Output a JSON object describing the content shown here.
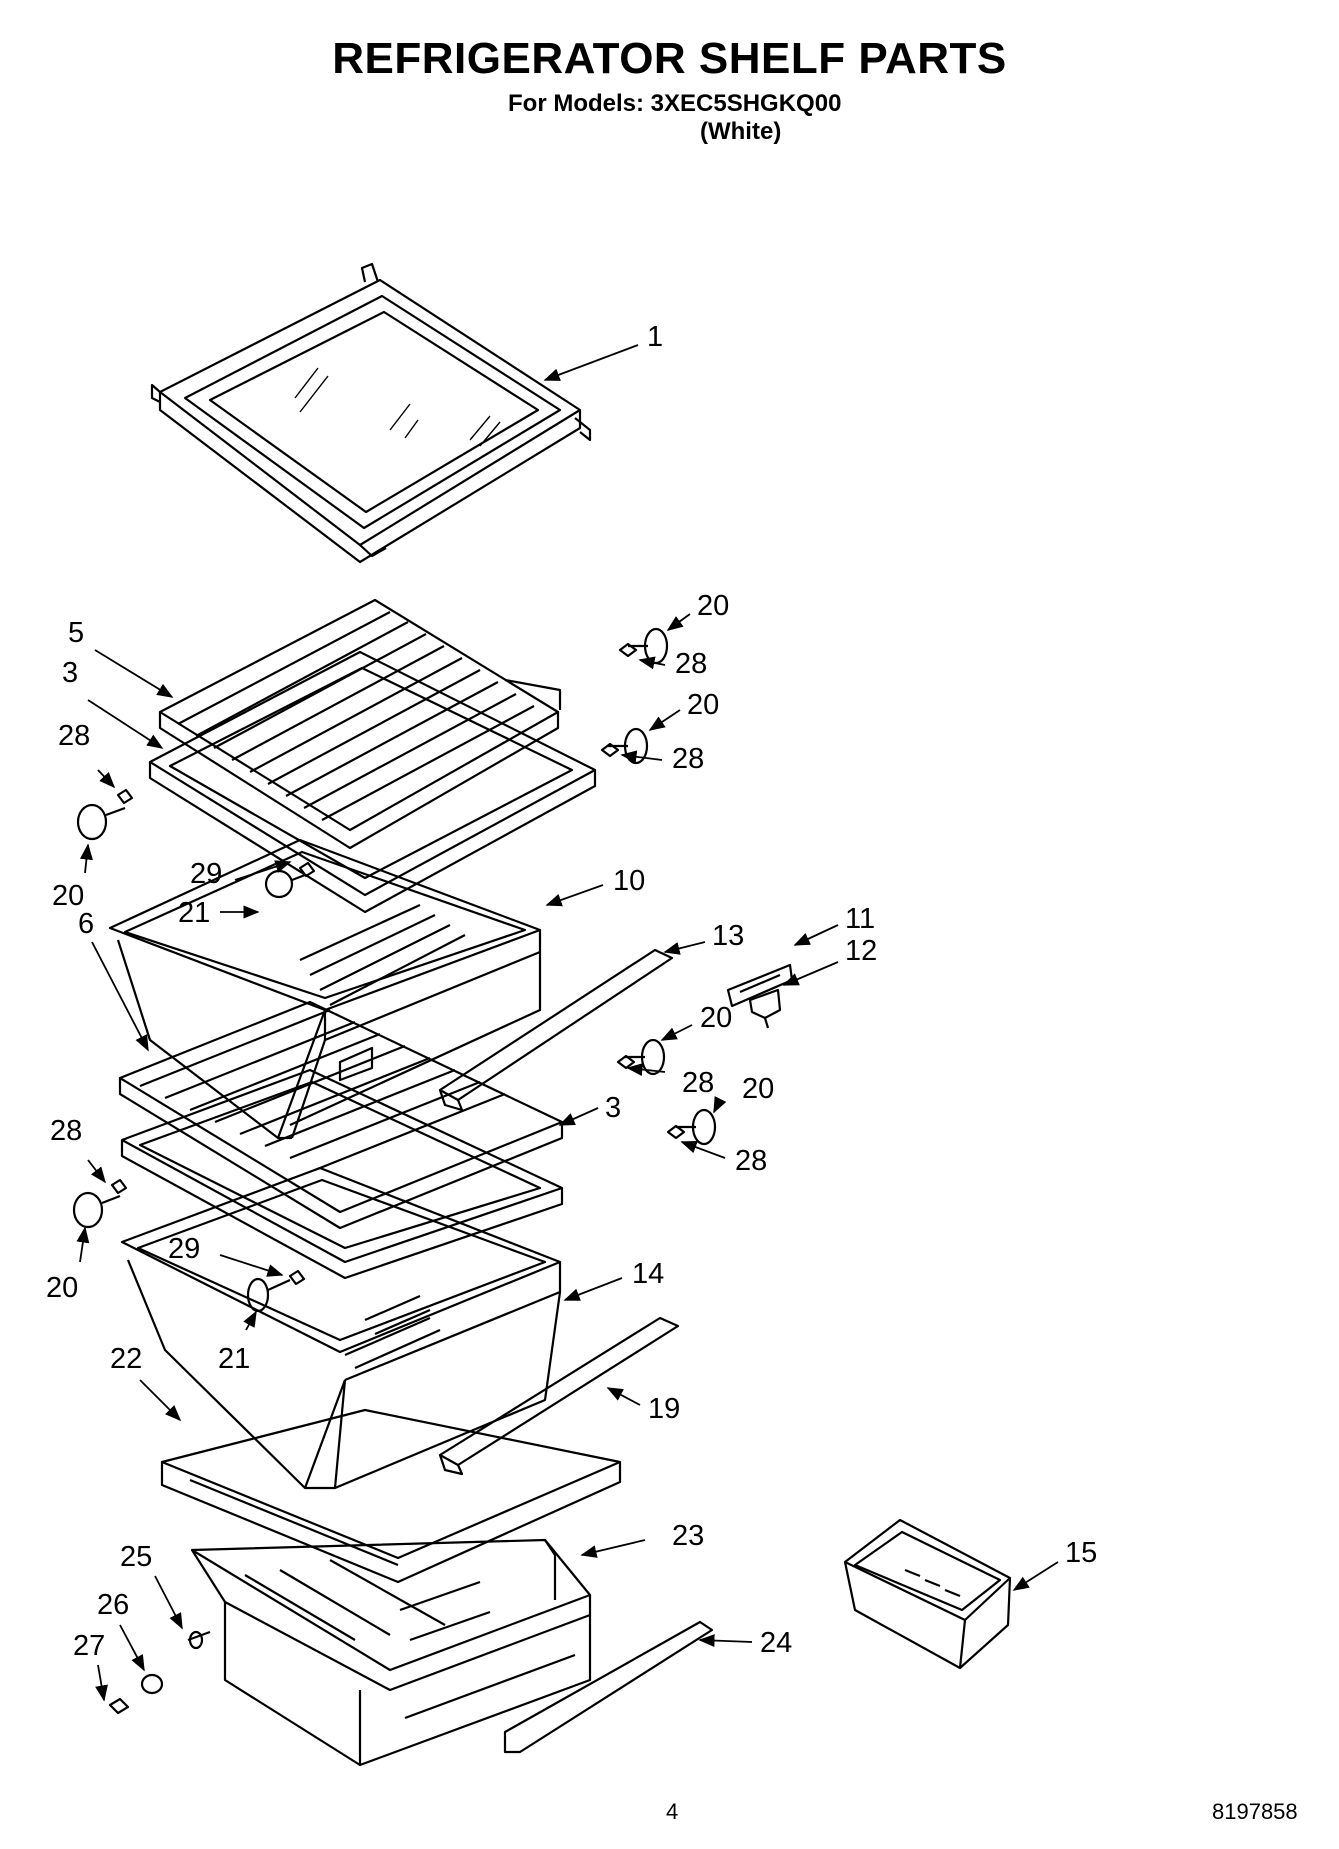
{
  "page": {
    "title": "REFRIGERATOR SHELF PARTS",
    "models_line": "For Models: 3XEC5SHGKQ00",
    "variant": "(White)",
    "page_number": "4",
    "document_number": "8197858"
  },
  "callouts": [
    {
      "id": "c1",
      "label": "1"
    },
    {
      "id": "c5",
      "label": "5"
    },
    {
      "id": "c3a",
      "label": "3"
    },
    {
      "id": "c28a",
      "label": "28"
    },
    {
      "id": "c20a",
      "label": "20"
    },
    {
      "id": "c29a",
      "label": "29"
    },
    {
      "id": "c21a",
      "label": "21"
    },
    {
      "id": "c10",
      "label": "10"
    },
    {
      "id": "c20b",
      "label": "20"
    },
    {
      "id": "c28b",
      "label": "28"
    },
    {
      "id": "c20c",
      "label": "20"
    },
    {
      "id": "c28c",
      "label": "28"
    },
    {
      "id": "c11",
      "label": "11"
    },
    {
      "id": "c12",
      "label": "12"
    },
    {
      "id": "c13",
      "label": "13"
    },
    {
      "id": "c6",
      "label": "6"
    },
    {
      "id": "c20d",
      "label": "20"
    },
    {
      "id": "c28d",
      "label": "28"
    },
    {
      "id": "c20e",
      "label": "20"
    },
    {
      "id": "c3b",
      "label": "3"
    },
    {
      "id": "c28e",
      "label": "28"
    },
    {
      "id": "c28f",
      "label": "28"
    },
    {
      "id": "c20f",
      "label": "20"
    },
    {
      "id": "c29b",
      "label": "29"
    },
    {
      "id": "c21b",
      "label": "21"
    },
    {
      "id": "c14",
      "label": "14"
    },
    {
      "id": "c22",
      "label": "22"
    },
    {
      "id": "c19",
      "label": "19"
    },
    {
      "id": "c23",
      "label": "23"
    },
    {
      "id": "c15",
      "label": "15"
    },
    {
      "id": "c25",
      "label": "25"
    },
    {
      "id": "c26",
      "label": "26"
    },
    {
      "id": "c27",
      "label": "27"
    },
    {
      "id": "c24",
      "label": "24"
    }
  ]
}
